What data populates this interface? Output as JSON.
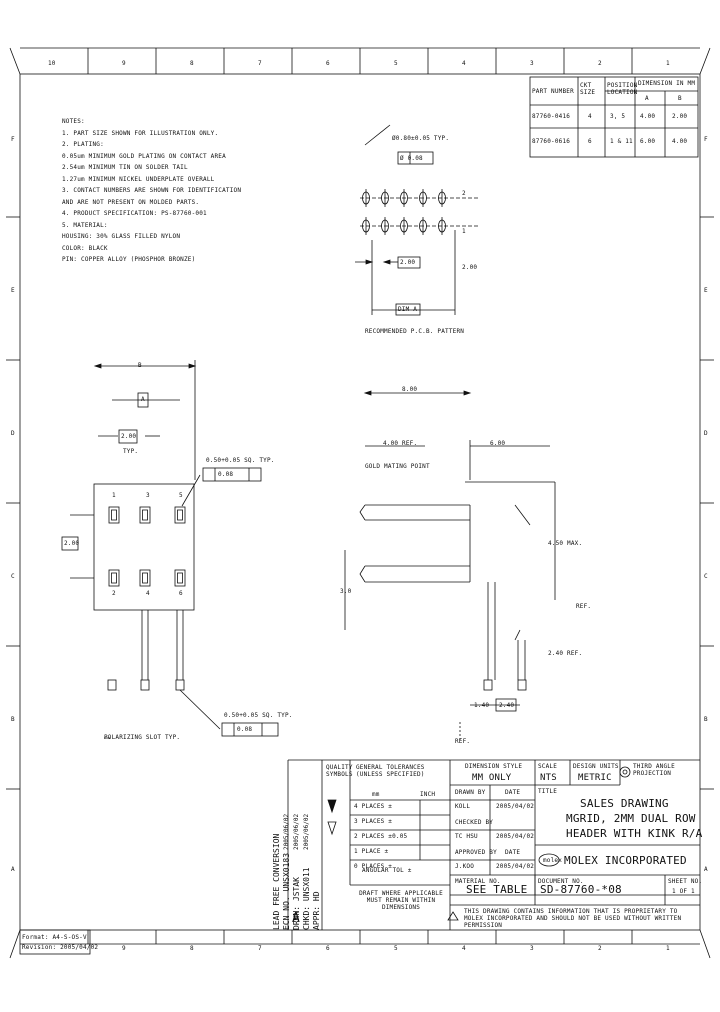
{
  "zones_top": [
    "10",
    "9",
    "8",
    "7",
    "6",
    "5",
    "4",
    "3",
    "2",
    "1"
  ],
  "zones_bottom": [
    "9",
    "8",
    "7",
    "6",
    "5",
    "4",
    "3",
    "2",
    "1"
  ],
  "rows_left": [
    "F",
    "E",
    "D",
    "C",
    "B",
    "A"
  ],
  "rows_right": [
    "F",
    "E",
    "D",
    "C",
    "B",
    "A"
  ],
  "part_table": {
    "headers": [
      "PART NUMBER",
      "CKT SIZE",
      "POSITION LOCATION",
      "DIMENSION IN MM",
      "DIMENSION IN MM"
    ],
    "header_sub": [
      "A",
      "B"
    ],
    "header_group": "DIMENSION",
    "rows": [
      [
        "87760-0416",
        "4",
        "3, 5",
        "4.00",
        "2.00"
      ],
      [
        "87760-0616",
        "6",
        "1 & 11",
        "6.00",
        "4.00"
      ]
    ]
  },
  "notes": [
    "NOTES:",
    "1. PART SIZE SHOWN FOR ILLUSTRATION ONLY.",
    "2. PLATING:",
    "   0.05um MINIMUM GOLD PLATING ON CONTACT AREA",
    "   2.54um MINIMUM TIN ON SOLDER TAIL",
    "   1.27um MINIMUM NICKEL UNDERPLATE OVERALL",
    "3. CONTACT NUMBERS ARE SHOWN FOR IDENTIFICATION",
    "   AND ARE NOT PRESENT ON MOLDED PARTS.",
    "4. PRODUCT SPECIFICATION: PS-87760-001",
    "5. MATERIAL:",
    "      HOUSING: 30% GLASS FILLED NYLON",
    "               COLOR: BLACK",
    "      PIN: COPPER ALLOY (PHOSPHOR BRONZE)"
  ],
  "pcb": {
    "tol": "Ø0.80±0.05 TYP.",
    "tol_box": "Ø 0.08",
    "dim_200": "2.00",
    "dim_b": "2.00",
    "dim_a": "DIM A",
    "caption": "RECOMMENDED P.C.B. PATTERN",
    "row_labels": [
      "2",
      "1"
    ]
  },
  "front": {
    "dim_b": "B",
    "dim_a": "A",
    "dim_200": "2.00",
    "typ": "TYP.",
    "dim_left": "2.00",
    "tol": "0.50+0.05 SQ. TYP.",
    "tol_box": "0.08",
    "pins_top": [
      "1",
      "3",
      "5"
    ],
    "pins_bottom": [
      "2",
      "4",
      "6"
    ],
    "tail_tol": "0.50+0.05 SQ. TYP.",
    "tail_box": "0.08",
    "polarity": "POLARIZING SLOT TYP."
  },
  "side": {
    "dim_800": "8.00",
    "dim_400": "4.00 REF.",
    "dim_600": "6.00",
    "mate": "GOLD MATING POINT",
    "dim_450": "4.50 MAX.",
    "dim_30": "3.0",
    "ref": "REF.",
    "dim_240": "2.40 REF.",
    "dim_6": "1.40",
    "dim_240b": "2.40",
    "dim_ref2": "REF."
  },
  "revision": {
    "vertical_lines": [
      "LEAD FREE CONVERSION",
      "ECN NO. UNSX0183",
      "DRWN: JSTAK",
      "CHKD: UNSX011",
      "APPR: HD"
    ],
    "vertical_dates": [
      "2005/06/02",
      "2005/06/02",
      "2005/06/02"
    ],
    "rev_letter": "A"
  },
  "title_block": {
    "quality": "QUALITY SYMBOLS",
    "tolerances": "GENERAL TOLERANCES (UNLESS SPECIFIED)",
    "mm": "mm",
    "inch": "INCH",
    "tol_rows": [
      "4 PLACES ±",
      "3 PLACES ±",
      "2 PLACES ±0.05",
      "1 PLACE ±",
      "0 PLACES ±"
    ],
    "angular": "ANGULAR TOL ±",
    "draft": "DRAFT WHERE APPLICABLE MUST REMAIN WITHIN DIMENSIONS",
    "dimension_style": "DIMENSION STYLE",
    "mm_only": "MM ONLY",
    "drawn_by": "DRAWN BY",
    "drawn_date": "DATE",
    "drawn_name": "KOLL",
    "drawn_dt": "2005/04/02",
    "checked_by": "CHECKED BY",
    "checked_name": "TC HSU",
    "checked_dt": "2005/04/02",
    "approved_by": "APPROVED BY",
    "approved_name": "J.KOO",
    "approved_dt": "2005/04/02",
    "scale_label": "SCALE",
    "scale": "NTS",
    "design_units": "DESIGN UNITS",
    "units": "METRIC",
    "projection": "THIRD ANGLE PROJECTION",
    "title_label": "TITLE",
    "title": [
      "SALES DRAWING",
      "MGRID, 2MM DUAL ROW",
      "HEADER WITH KINK R/A"
    ],
    "company": "MOLEX INCORPORATED",
    "logo": "molex",
    "material_no": "SEE TABLE",
    "document_no": "SD-87760-*08",
    "sheet_label": "SHEET NO.",
    "sheet": "1 OF 1",
    "proprietary": "THIS DRAWING CONTAINS INFORMATION THAT IS PROPRIETARY TO MOLEX INCORPORATED AND SHOULD NOT BE USED WITHOUT WRITTEN PERMISSION",
    "doc_label": "DOCUMENT NO.",
    "mat_label": "MATERIAL NO."
  },
  "footer": {
    "format": "Format: A4-S-OS-V",
    "revision": "Revision: 2005/04/02"
  }
}
